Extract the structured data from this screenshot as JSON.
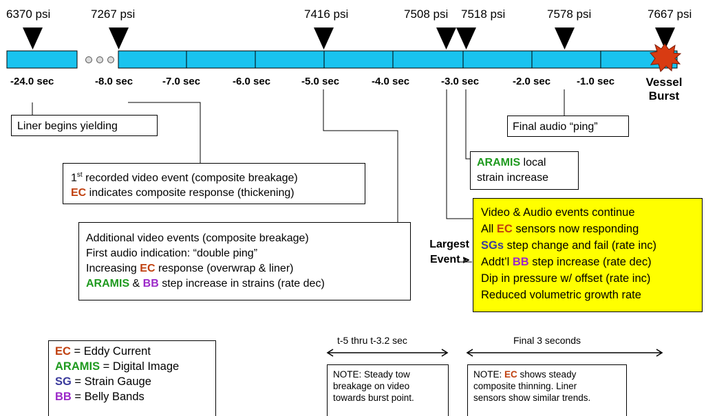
{
  "pressures": [
    "6370 psi",
    "7267 psi",
    "7416 psi",
    "7508 psi",
    "7518 psi",
    "7578 psi",
    "7667 psi"
  ],
  "times": [
    "-24.0 sec",
    "-8.0 sec",
    "-7.0 sec",
    "-6.0 sec",
    "-5.0 sec",
    "-4.0 sec",
    "-3.0 sec",
    "-2.0 sec",
    "-1.0 sec"
  ],
  "burst": {
    "line1": "Vessel",
    "line2": "Burst"
  },
  "events": {
    "liner": "Liner begins yielding",
    "ping": "Final audio “ping”",
    "aramis_pre": "ARAMIS",
    "aramis_post": " local",
    "aramis_line2": "strain increase",
    "video1_prefix": "1",
    "video1_sup": "st",
    "video1_text": "  recorded video event (composite breakage)",
    "video1_ec": "EC",
    "video1_ec_text": " indicates composite response (thickening)",
    "add_l1": "Additional video events (composite breakage)",
    "add_l2": "First audio indication: “double ping”",
    "add_l3_pre": "Increasing ",
    "add_l3_ec": "EC",
    "add_l3_post": " response (overwrap & liner)",
    "add_l4_aramis": "ARAMIS",
    "add_l4_amp": " & ",
    "add_l4_bb": "BB",
    "add_l4_post": " step increase in strains (rate dec)",
    "largest_l1": "Largest",
    "largest_l2": "Event ⪢",
    "y_l1": "Video & Audio events continue",
    "y_l2_pre": "All ",
    "y_l2_ec": "EC",
    "y_l2_post": " sensors now responding",
    "y_l3_sg": "SGs",
    "y_l3_post": " step change and fail (rate inc)",
    "y_l4_pre": "Addt’l ",
    "y_l4_bb": "BB",
    "y_l4_post": " step increase (rate dec)",
    "y_l5": "Dip in pressure w/ offset (rate inc)",
    "y_l6": "Reduced volumetric growth rate"
  },
  "legend": [
    {
      "abbr": "EC",
      "text": " = Eddy Current"
    },
    {
      "abbr": "ARAMIS",
      "text": " = Digital Image"
    },
    {
      "abbr": "SG",
      "text": " = Strain Gauge"
    },
    {
      "abbr": "BB",
      "text": " = Belly Bands"
    }
  ],
  "spans": {
    "left_label": "t-5  thru  t-3.2 sec",
    "right_label": "Final 3 seconds",
    "note1_l1": "NOTE: Steady tow",
    "note1_l2": "breakage on video",
    "note1_l3": "towards burst point.",
    "note2_pre": "NOTE: ",
    "note2_ec": "EC",
    "note2_l1_post": " shows steady",
    "note2_l2": "composite thinning. Liner",
    "note2_l3": "sensors show similar trends."
  },
  "colors": {
    "bar": "#19c3ef",
    "highlight": "#ffff00",
    "burst": "#d83b12",
    "ec": "#c0400f",
    "aramis": "#1f9a1f",
    "sg": "#3a3a9c",
    "bb": "#9b28c8"
  }
}
